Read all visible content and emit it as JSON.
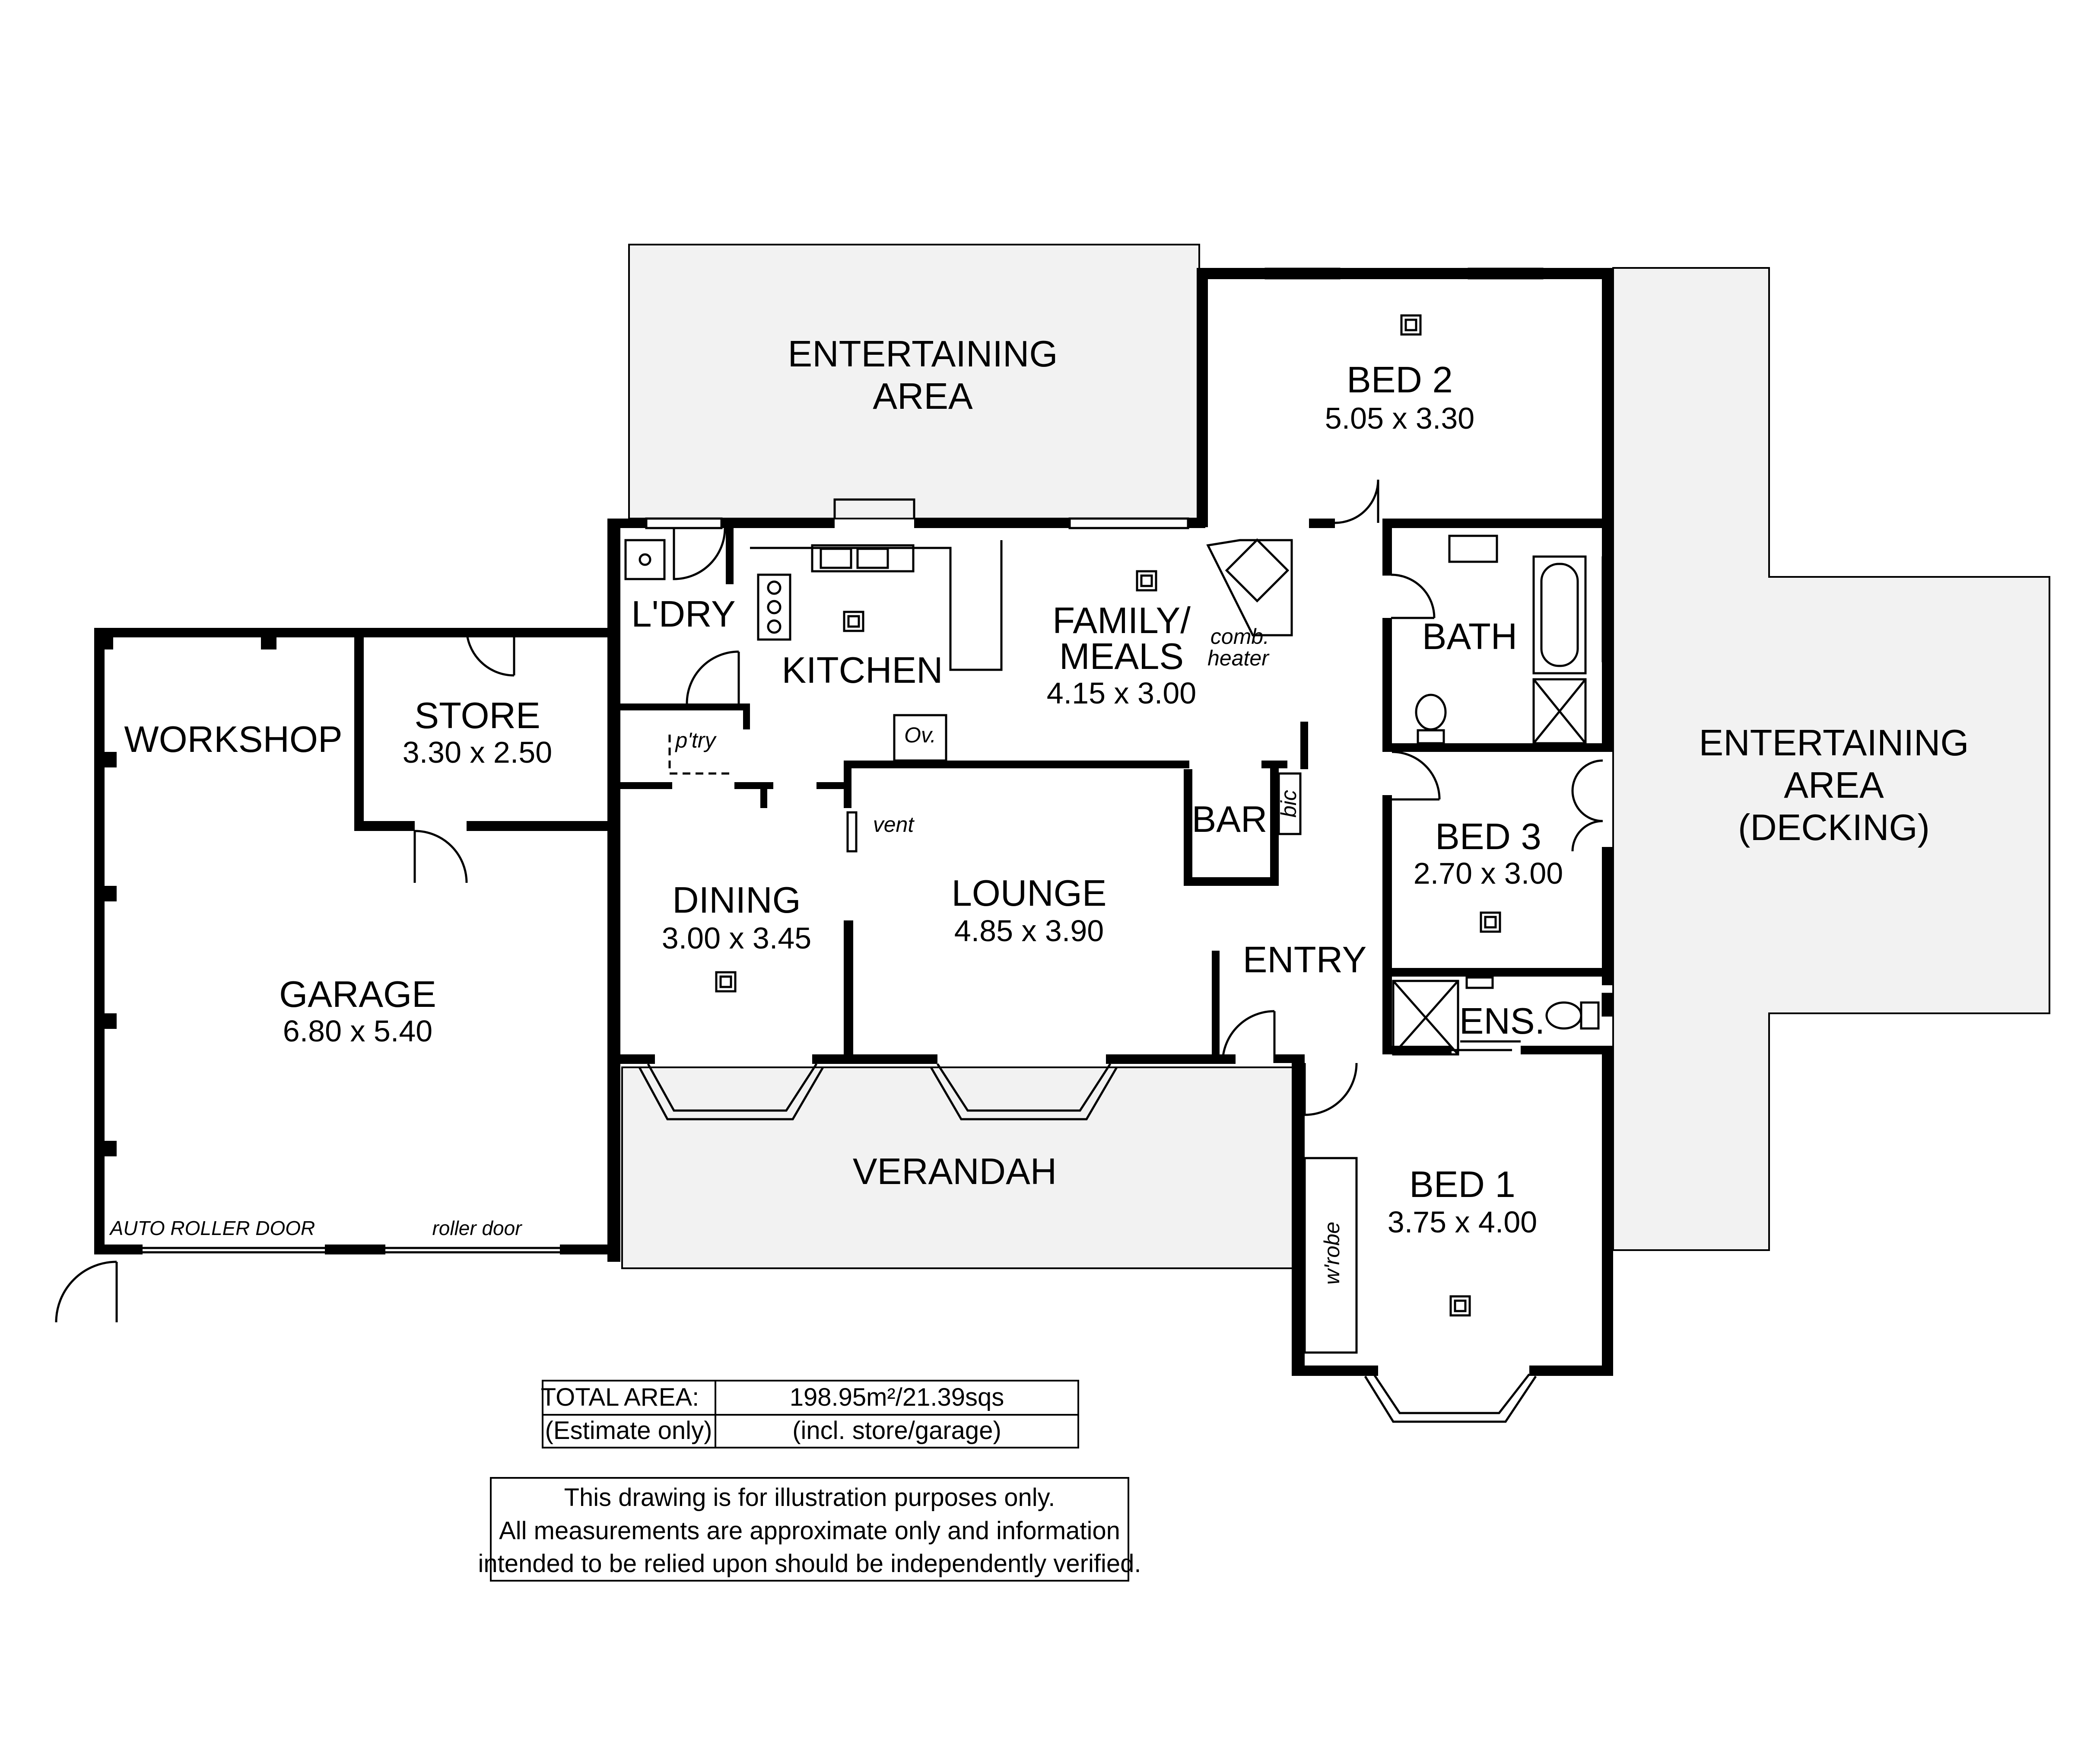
{
  "rooms": {
    "entertaining_top": "ENTERTAINING\nAREA",
    "bed2": {
      "name": "BED 2",
      "dims": "5.05 x 3.30"
    },
    "ldry": "L'DRY",
    "kitchen": "KITCHEN",
    "family": {
      "name": "FAMILY/\nMEALS",
      "dims": "4.15 x 3.00"
    },
    "comb_heater": "comb.\nheater",
    "bath": "BATH",
    "store": {
      "name": "STORE",
      "dims": "3.30 x 2.50"
    },
    "workshop": "WORKSHOP",
    "pantry": "p'try",
    "oven": "Ov.",
    "vent": "vent",
    "bar": "BAR",
    "bic": "bic",
    "bed3": {
      "name": "BED 3",
      "dims": "2.70 x 3.00"
    },
    "entertaining_right": "ENTERTAINING\nAREA\n(DECKING)",
    "dining": {
      "name": "DINING",
      "dims": "3.00 x 3.45"
    },
    "lounge": {
      "name": "LOUNGE",
      "dims": "4.85 x 3.90"
    },
    "entry": "ENTRY",
    "ens": "ENS.",
    "garage": {
      "name": "GARAGE",
      "dims": "6.80 x 5.40"
    },
    "verandah": "VERANDAH",
    "bed1": {
      "name": "BED 1",
      "dims": "3.75 x 4.00"
    },
    "wrobe": "w'robe",
    "auto_roller": "AUTO ROLLER DOOR",
    "roller": "roller door"
  },
  "area_table": {
    "row1_label": "TOTAL AREA:",
    "row1_value": "198.95m²/21.39sqs",
    "row2_label": "(Estimate only)",
    "row2_value": "(incl. store/garage)"
  },
  "disclaimer": {
    "line1": "This drawing is for illustration purposes only.",
    "line2": "All measurements are approximate only and information",
    "line3": "intended to be relied upon should be independently verified."
  }
}
